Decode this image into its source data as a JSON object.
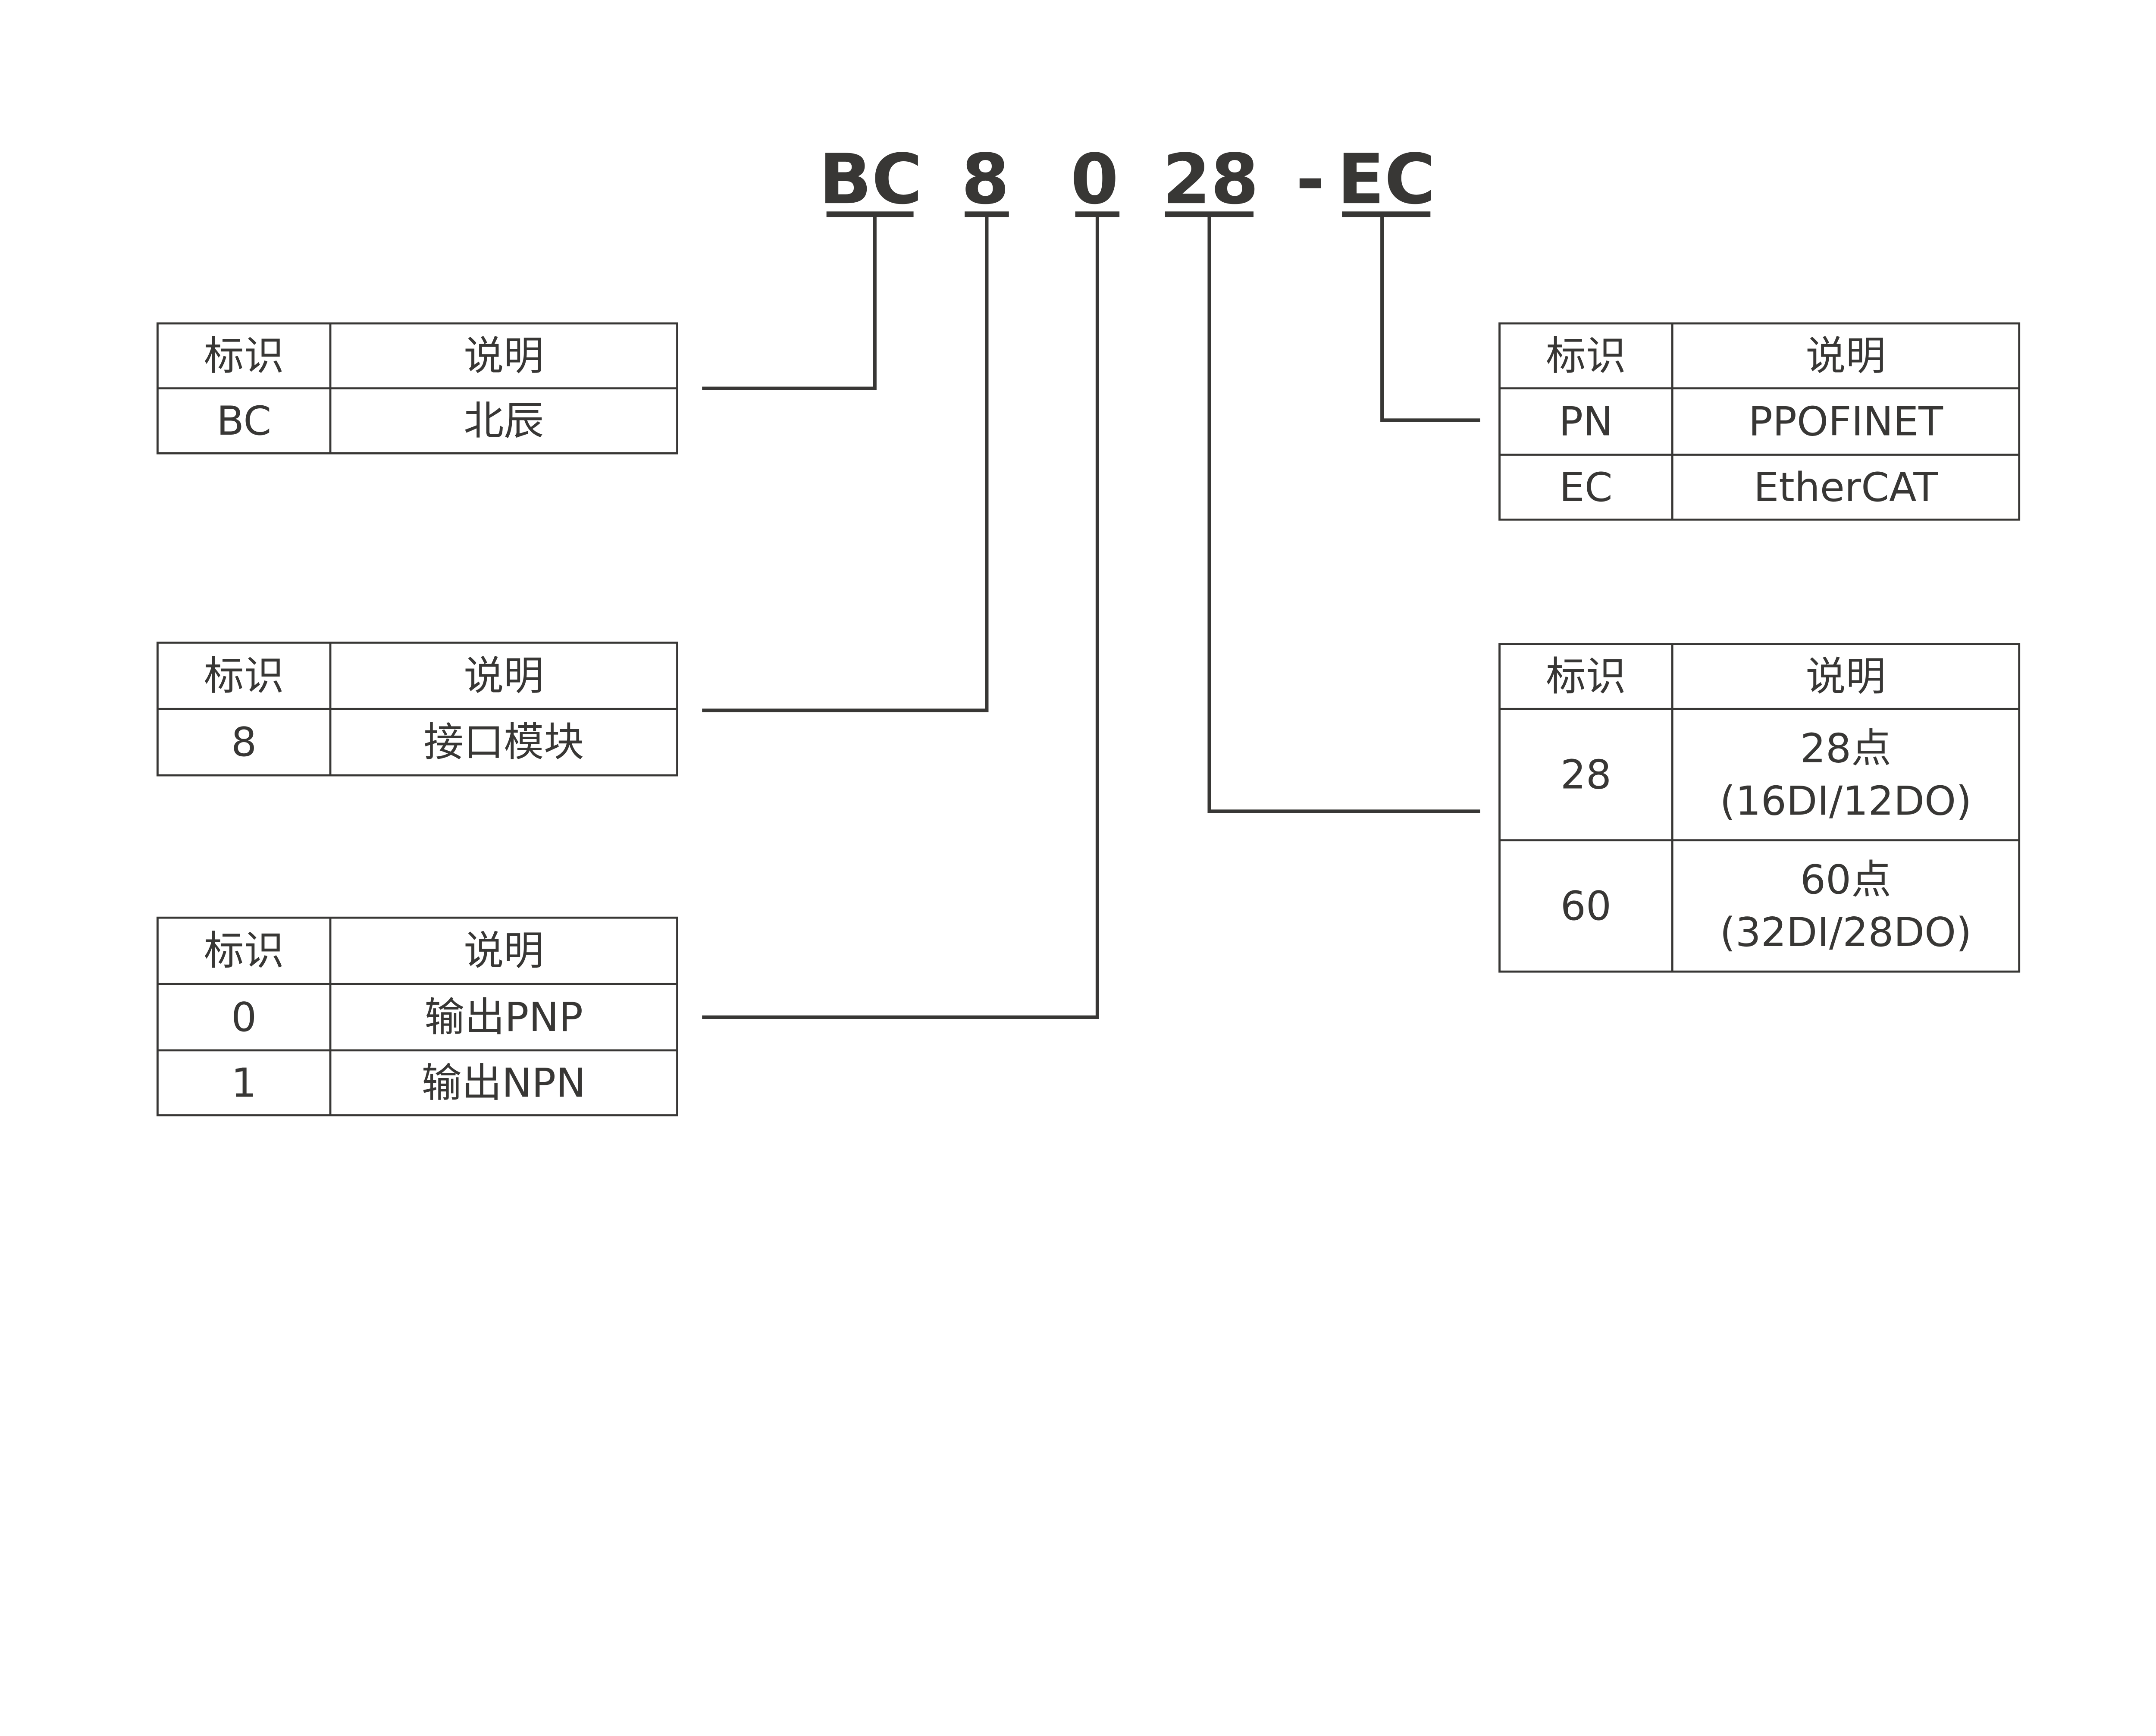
{
  "code": {
    "segments": [
      {
        "id": "brand",
        "text": "BC"
      },
      {
        "id": "module",
        "text": "8"
      },
      {
        "id": "output",
        "text": "0"
      },
      {
        "id": "points",
        "text": "28"
      },
      {
        "id": "dash",
        "text": "-"
      },
      {
        "id": "bus",
        "text": "EC"
      }
    ]
  },
  "headers": {
    "id_col": "标识",
    "desc_col": "说明"
  },
  "tables": {
    "brand": {
      "rows": [
        {
          "id": "BC",
          "desc": [
            "北辰"
          ]
        }
      ]
    },
    "module": {
      "rows": [
        {
          "id": "8",
          "desc": [
            "接口模块"
          ]
        }
      ]
    },
    "output": {
      "rows": [
        {
          "id": "0",
          "desc": [
            "输出PNP"
          ]
        },
        {
          "id": "1",
          "desc": [
            "输出NPN"
          ]
        }
      ]
    },
    "bus": {
      "rows": [
        {
          "id": "PN",
          "desc": [
            "PPOFINET"
          ]
        },
        {
          "id": "EC",
          "desc": [
            "EtherCAT"
          ]
        }
      ]
    },
    "points": {
      "rows": [
        {
          "id": "28",
          "desc": [
            "28点",
            "(16DI/12DO)"
          ]
        },
        {
          "id": "60",
          "desc": [
            "60点",
            "(32DI/28DO)"
          ]
        }
      ]
    }
  },
  "colors": {
    "ink": "#383735",
    "background": "#ffffff"
  }
}
